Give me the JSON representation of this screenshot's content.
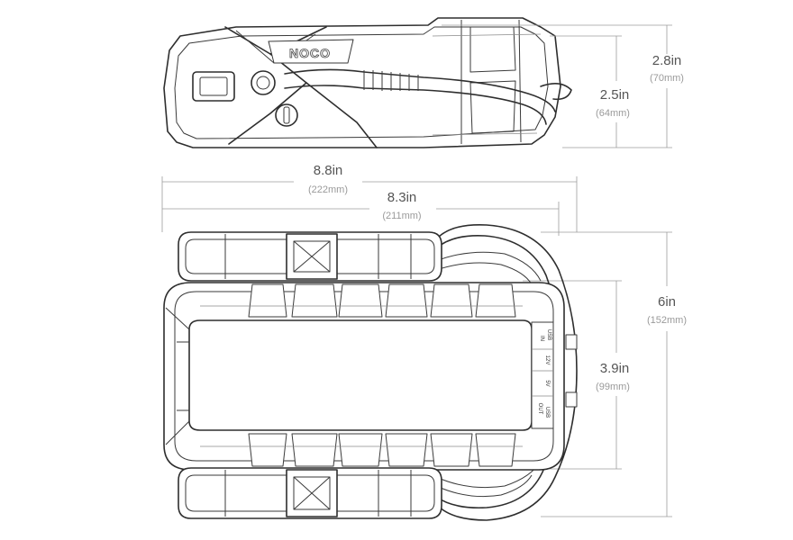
{
  "brand": {
    "logo": "NOCO"
  },
  "dimensions": {
    "side_height": {
      "main": "2.8in",
      "sub": "(70mm)"
    },
    "side_body_height": {
      "main": "2.5in",
      "sub": "(64mm)"
    },
    "overall_length": {
      "main": "8.8in",
      "sub": "(222mm)"
    },
    "body_length": {
      "main": "8.3in",
      "sub": "(211mm)"
    },
    "overall_width": {
      "main": "6in",
      "sub": "(152mm)"
    },
    "inner_width": {
      "main": "3.9in",
      "sub": "(99mm)"
    }
  },
  "ports": {
    "out_label": "OUT",
    "in_label": "IN",
    "usb_label": "USB",
    "volt_5": "5V",
    "volt_12": "12V"
  }
}
